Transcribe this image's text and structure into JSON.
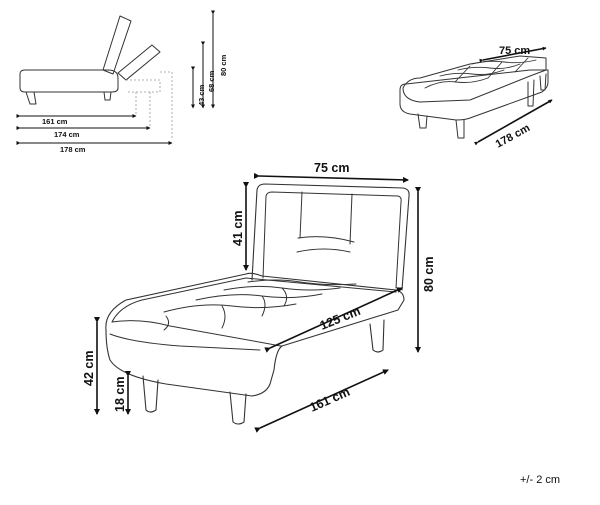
{
  "side_view": {
    "w161": "161 cm",
    "w174": "174 cm",
    "w178": "178 cm",
    "h43": "43 cm",
    "h68": "68 cm",
    "h80": "80 cm"
  },
  "top_view": {
    "w75": "75 cm",
    "l178": "178 cm"
  },
  "main_view": {
    "w75": "75 cm",
    "h41": "41 cm",
    "h80": "80 cm",
    "d125": "125 cm",
    "d161": "161 cm",
    "h42": "42 cm",
    "h18": "18 cm"
  },
  "tolerance": "+/- 2 cm"
}
